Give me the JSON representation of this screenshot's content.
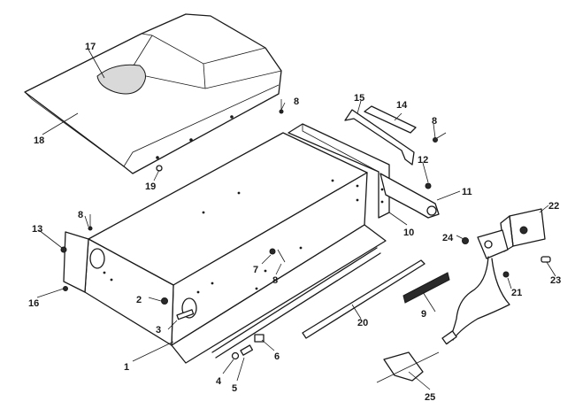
{
  "callouts": {
    "c1": "1",
    "c2": "2",
    "c3": "3",
    "c4": "4",
    "c5": "5",
    "c6": "6",
    "c7": "7",
    "c8a": "8",
    "c8b": "8",
    "c8c": "8",
    "c8d": "8",
    "c9": "9",
    "c10": "10",
    "c11": "11",
    "c12": "12",
    "c13": "13",
    "c14": "14",
    "c15": "15",
    "c16": "16",
    "c17": "17",
    "c18": "18",
    "c19": "19",
    "c20": "20",
    "c21": "21",
    "c22": "22",
    "c23": "23",
    "c24": "24",
    "c25": "25"
  }
}
